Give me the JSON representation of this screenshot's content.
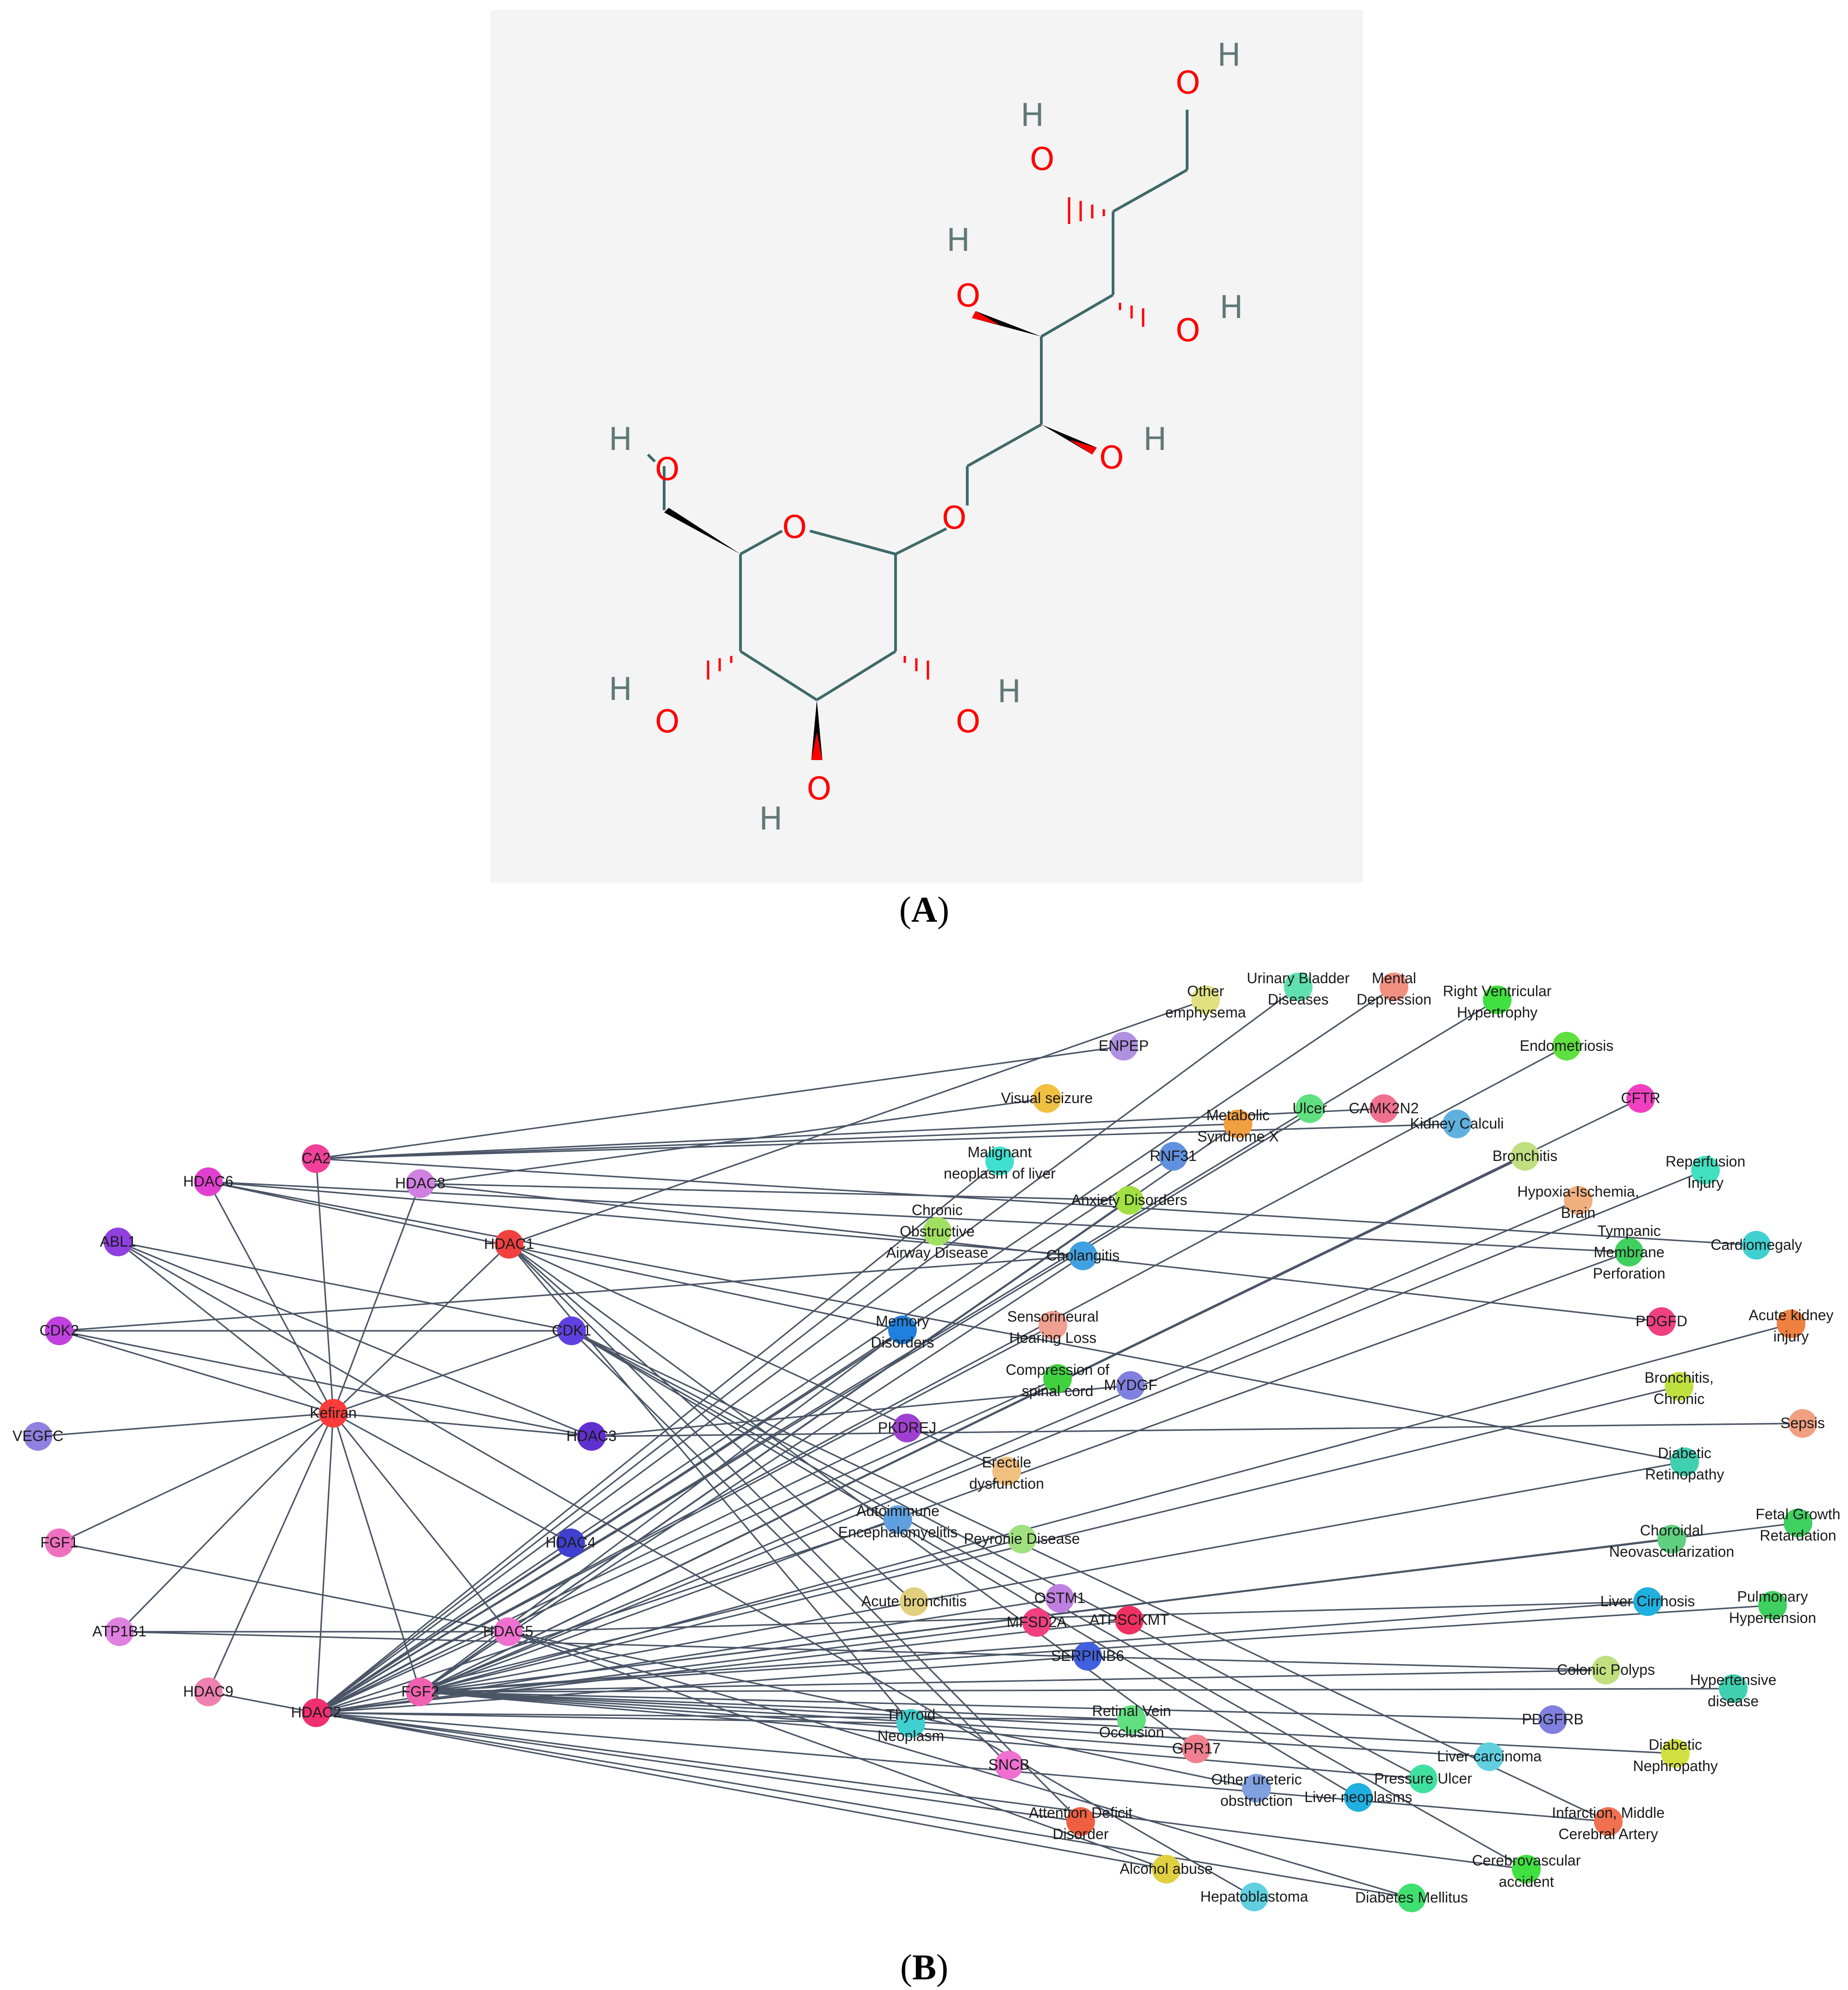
{
  "panel_a": {
    "caption": "A",
    "atoms": {
      "oxygen": "O",
      "hydrogen": "H"
    }
  },
  "panel_b": {
    "caption": "B",
    "nodes": [
      {
        "id": "Kefiran",
        "label": "Kefiran",
        "color": "#ff3b3b"
      },
      {
        "id": "HDAC6",
        "label": "HDAC6",
        "color": "#e040d0"
      },
      {
        "id": "CA2",
        "label": "CA2",
        "color": "#f0409a"
      },
      {
        "id": "HDAC8",
        "label": "HDAC8",
        "color": "#d080e0"
      },
      {
        "id": "ABL1",
        "label": "ABL1",
        "color": "#9040e0"
      },
      {
        "id": "HDAC1",
        "label": "HDAC1",
        "color": "#f04040"
      },
      {
        "id": "CDK2",
        "label": "CDK2",
        "color": "#c040e0"
      },
      {
        "id": "CDK1",
        "label": "CDK1",
        "color": "#6040e0"
      },
      {
        "id": "VEGFC",
        "label": "VEGFC",
        "color": "#9080e0"
      },
      {
        "id": "HDAC3",
        "label": "HDAC3",
        "color": "#6030d0"
      },
      {
        "id": "FGF1",
        "label": "FGF1",
        "color": "#f070c0"
      },
      {
        "id": "HDAC4",
        "label": "HDAC4",
        "color": "#4040d0"
      },
      {
        "id": "ATP1B1",
        "label": "ATP1B1",
        "color": "#e080e0"
      },
      {
        "id": "HDAC5",
        "label": "HDAC5",
        "color": "#f070d0"
      },
      {
        "id": "HDAC9",
        "label": "HDAC9",
        "color": "#f080b0"
      },
      {
        "id": "HDAC2",
        "label": "HDAC2",
        "color": "#f03070"
      },
      {
        "id": "FGF2",
        "label": "FGF2",
        "color": "#f060b0"
      },
      {
        "id": "ENPEP",
        "label": "ENPEP",
        "color": "#b090e0"
      },
      {
        "id": "VisualSeizure",
        "label": "Visual seizure",
        "color": "#f0c040"
      },
      {
        "id": "Other",
        "label": "Other emphysema",
        "lines": [
          "Other",
          "emphysema"
        ],
        "color": "#e0e080"
      },
      {
        "id": "UBD",
        "label": "Urinary Bladder Diseases",
        "lines": [
          "Urinary Bladder",
          "Diseases"
        ],
        "color": "#60e0b0"
      },
      {
        "id": "MentalDep",
        "label": "Mental Depression",
        "lines": [
          "Mental",
          "Depression"
        ],
        "color": "#f09080"
      },
      {
        "id": "RVH",
        "label": "Right Ventricular Hypertrophy",
        "lines": [
          "Right Ventricular",
          "Hypertrophy"
        ],
        "color": "#40e040"
      },
      {
        "id": "Endometriosis",
        "label": "Endometriosis",
        "color": "#60e040"
      },
      {
        "id": "MalignantLiver",
        "label": "Malignant neoplasm of liver",
        "lines": [
          "Malignant",
          "neoplasm of liver"
        ],
        "color": "#40e0d0"
      },
      {
        "id": "MetSyn",
        "label": "Metabolic Syndrome X",
        "lines": [
          "Metabolic",
          "Syndrome X"
        ],
        "color": "#f0a040"
      },
      {
        "id": "Ulcer",
        "label": "Ulcer",
        "color": "#60e080"
      },
      {
        "id": "CAMK2N2",
        "label": "CAMK2N2",
        "color": "#f07090"
      },
      {
        "id": "KidneyCalculi",
        "label": "Kidney Calculi",
        "color": "#60b0e0"
      },
      {
        "id": "CFTR",
        "label": "CFTR",
        "color": "#f040c0"
      },
      {
        "id": "RNF31",
        "label": "RNF31",
        "color": "#6090e0"
      },
      {
        "id": "Bronchitis",
        "label": "Bronchitis",
        "color": "#c0e080"
      },
      {
        "id": "Reperfusion",
        "label": "Reperfusion Injury",
        "lines": [
          "Reperfusion",
          "Injury"
        ],
        "color": "#40e0c0"
      },
      {
        "id": "COPD",
        "label": "Chronic Obstructive Airway Disease",
        "lines": [
          "Chronic",
          "Obstructive",
          "Airway Disease"
        ],
        "color": "#a0e060"
      },
      {
        "id": "Anxiety",
        "label": "Anxiety Disorders",
        "color": "#a0e040"
      },
      {
        "id": "Hypoxia",
        "label": "Hypoxia-Ischemia, Brain",
        "lines": [
          "Hypoxia-Ischemia,",
          "Brain"
        ],
        "color": "#f0b080"
      },
      {
        "id": "Cardiomegaly",
        "label": "Cardiomegaly",
        "color": "#40d0d0"
      },
      {
        "id": "Tympanic",
        "label": "Tympanic Membrane Perforation",
        "lines": [
          "Tympanic",
          "Membrane",
          "Perforation"
        ],
        "color": "#40d060"
      },
      {
        "id": "Cholangitis",
        "label": "Cholangitis",
        "color": "#40a0e0"
      },
      {
        "id": "Memory",
        "label": "Memory Disorders",
        "lines": [
          "Memory",
          "Disorders"
        ],
        "color": "#2080e0"
      },
      {
        "id": "Sensorineural",
        "label": "Sensorineural Hearing Loss",
        "lines": [
          "Sensorineural",
          "Hearing Loss"
        ],
        "color": "#f0a090"
      },
      {
        "id": "PDGFD",
        "label": "PDGFD",
        "color": "#f04080"
      },
      {
        "id": "AKI",
        "label": "Acute kidney injury",
        "lines": [
          "Acute kidney",
          "injury"
        ],
        "color": "#f08040"
      },
      {
        "id": "Compression",
        "label": "Compression of spinal cord",
        "lines": [
          "Compression of",
          "spinal cord"
        ],
        "color": "#40d040"
      },
      {
        "id": "MYDGF",
        "label": "MYDGF",
        "color": "#8080e0"
      },
      {
        "id": "BronchitisChronic",
        "label": "Bronchitis, Chronic",
        "lines": [
          "Bronchitis,",
          "Chronic"
        ],
        "color": "#c0e040"
      },
      {
        "id": "Sepsis",
        "label": "Sepsis",
        "color": "#f0a080"
      },
      {
        "id": "PKDREJ",
        "label": "PKDREJ",
        "color": "#a040d0"
      },
      {
        "id": "Erectile",
        "label": "Erectile dysfunction",
        "lines": [
          "Erectile",
          "dysfunction"
        ],
        "color": "#f0c080"
      },
      {
        "id": "DiabRet",
        "label": "Diabetic Retinopathy",
        "lines": [
          "Diabetic",
          "Retinopathy"
        ],
        "color": "#40d0b0"
      },
      {
        "id": "Autoimmune",
        "label": "Autoimmune Encephalomyelitis",
        "lines": [
          "Autoimmune",
          "Encephalomyelitis"
        ],
        "color": "#60a0e0"
      },
      {
        "id": "Peyronie",
        "label": "Peyronie Disease",
        "color": "#a0e080"
      },
      {
        "id": "FetalGrowth",
        "label": "Fetal Growth Retardation",
        "lines": [
          "Fetal Growth",
          "Retardation"
        ],
        "color": "#40d060"
      },
      {
        "id": "Choroidal",
        "label": "Choroidal Neovascularization",
        "lines": [
          "Choroidal",
          "Neovascularization"
        ],
        "color": "#60d080"
      },
      {
        "id": "AcuteBronchitis",
        "label": "Acute bronchitis",
        "color": "#e0d080"
      },
      {
        "id": "OSTM1",
        "label": "OSTM1",
        "color": "#c080e0"
      },
      {
        "id": "MFSD2A",
        "label": "MFSD2A",
        "color": "#f04080"
      },
      {
        "id": "ATPSCKMT",
        "label": "ATPSCKMT",
        "color": "#f03060"
      },
      {
        "id": "SERPINB6",
        "label": "SERPINB6",
        "color": "#4060e0"
      },
      {
        "id": "LiverCirrhosis",
        "label": "Liver Cirrhosis",
        "color": "#20b0e0"
      },
      {
        "id": "PulmHyp",
        "label": "Pulmonary Hypertension",
        "lines": [
          "Pulmonary",
          "Hypertension"
        ],
        "color": "#40d060"
      },
      {
        "id": "ColonicPolyps",
        "label": "Colonic Polyps",
        "color": "#c0e080"
      },
      {
        "id": "HypertDisease",
        "label": "Hypertensive disease",
        "lines": [
          "Hypertensive",
          "disease"
        ],
        "color": "#40d0b0"
      },
      {
        "id": "Thyroid",
        "label": "Thyroid Neoplasm",
        "lines": [
          "Thyroid",
          "Neoplasm"
        ],
        "color": "#40d0d0"
      },
      {
        "id": "RetinalVein",
        "label": "Retinal Vein Occlusion",
        "lines": [
          "Retinal Vein",
          "Occlusion"
        ],
        "color": "#60e080"
      },
      {
        "id": "PDGFRB",
        "label": "PDGFRB",
        "color": "#8080e0"
      },
      {
        "id": "GPR17",
        "label": "GPR17",
        "color": "#f08090"
      },
      {
        "id": "DiabNeph",
        "label": "Diabetic Nephropathy",
        "lines": [
          "Diabetic",
          "Nephropathy"
        ],
        "color": "#d0e040"
      },
      {
        "id": "SNCB",
        "label": "SNCB",
        "color": "#f070d0"
      },
      {
        "id": "LiverCarcinoma",
        "label": "Liver carcinoma",
        "color": "#60d0e0"
      },
      {
        "id": "OtherUreteric",
        "label": "Other ureteric obstruction",
        "lines": [
          "Other ureteric",
          "obstruction"
        ],
        "color": "#80a0e0"
      },
      {
        "id": "Pressure",
        "label": "Pressure Ulcer",
        "color": "#40e0a0"
      },
      {
        "id": "LiverNeo",
        "label": "Liver neoplasms",
        "color": "#20b0e0"
      },
      {
        "id": "ADD",
        "label": "Attention Deficit Disorder",
        "lines": [
          "Attention Deficit",
          "Disorder"
        ],
        "color": "#f06040"
      },
      {
        "id": "Infarction",
        "label": "Infarction, Middle Cerebral Artery",
        "lines": [
          "Infarction, Middle",
          "Cerebral Artery"
        ],
        "color": "#f07050"
      },
      {
        "id": "Cerebro",
        "label": "Cerebrovascular accident",
        "lines": [
          "Cerebrovascular",
          "accident"
        ],
        "color": "#40e040"
      },
      {
        "id": "Alcohol",
        "label": "Alcohol abuse",
        "color": "#e0d040"
      },
      {
        "id": "Hepatoblastoma",
        "label": "Hepatoblastoma",
        "color": "#60d0e0"
      },
      {
        "id": "DiabMell",
        "label": "Diabetes Mellitus",
        "color": "#40e070"
      }
    ],
    "edges": [
      [
        "Kefiran",
        "HDAC6"
      ],
      [
        "Kefiran",
        "CA2"
      ],
      [
        "Kefiran",
        "HDAC8"
      ],
      [
        "Kefiran",
        "ABL1"
      ],
      [
        "Kefiran",
        "HDAC1"
      ],
      [
        "Kefiran",
        "CDK2"
      ],
      [
        "Kefiran",
        "CDK1"
      ],
      [
        "Kefiran",
        "VEGFC"
      ],
      [
        "Kefiran",
        "HDAC3"
      ],
      [
        "Kefiran",
        "FGF1"
      ],
      [
        "Kefiran",
        "HDAC4"
      ],
      [
        "Kefiran",
        "ATP1B1"
      ],
      [
        "Kefiran",
        "HDAC5"
      ],
      [
        "Kefiran",
        "HDAC9"
      ],
      [
        "Kefiran",
        "HDAC2"
      ],
      [
        "Kefiran",
        "FGF2"
      ],
      [
        "CA2",
        "ENPEP"
      ],
      [
        "CA2",
        "CAMK2N2"
      ],
      [
        "CA2",
        "KidneyCalculi"
      ],
      [
        "CA2",
        "MetSyn"
      ],
      [
        "CA2",
        "Cardiomegaly"
      ],
      [
        "HDAC6",
        "Cholangitis"
      ],
      [
        "HDAC6",
        "Memory"
      ],
      [
        "HDAC6",
        "Tympanic"
      ],
      [
        "HDAC6",
        "DiabRet"
      ],
      [
        "HDAC8",
        "VisualSeizure"
      ],
      [
        "HDAC8",
        "Anxiety"
      ],
      [
        "HDAC8",
        "PDGFD"
      ],
      [
        "HDAC1",
        "Other"
      ],
      [
        "HDAC1",
        "Erectile"
      ],
      [
        "HDAC1",
        "AcuteBronchitis"
      ],
      [
        "HDAC1",
        "Thyroid"
      ],
      [
        "HDAC1",
        "GPR17"
      ],
      [
        "HDAC1",
        "ADD"
      ],
      [
        "ABL1",
        "CDK1"
      ],
      [
        "ABL1",
        "HDAC3"
      ],
      [
        "ABL1",
        "Hepatoblastoma"
      ],
      [
        "CDK2",
        "CDK1"
      ],
      [
        "CDK2",
        "Cholangitis"
      ],
      [
        "CDK2",
        "HDAC3"
      ],
      [
        "CDK1",
        "Pressure"
      ],
      [
        "CDK1",
        "LiverNeo"
      ],
      [
        "CDK1",
        "Infarction"
      ],
      [
        "CDK1",
        "SNCB"
      ],
      [
        "CDK1",
        "Cerebro"
      ],
      [
        "HDAC3",
        "Sepsis"
      ],
      [
        "HDAC3",
        "MYDGF"
      ],
      [
        "FGF1",
        "HDAC5"
      ],
      [
        "ATP1B1",
        "HDAC5"
      ],
      [
        "ATP1B1",
        "ColonicPolyps"
      ],
      [
        "HDAC9",
        "HDAC2"
      ],
      [
        "HDAC5",
        "LiverCirrhosis"
      ],
      [
        "HDAC5",
        "OtherUreteric"
      ],
      [
        "HDAC5",
        "DiabMell"
      ],
      [
        "HDAC5",
        "Alcohol"
      ],
      [
        "HDAC2",
        "UBD"
      ],
      [
        "HDAC2",
        "MentalDep"
      ],
      [
        "HDAC2",
        "RVH"
      ],
      [
        "HDAC2",
        "Endometriosis"
      ],
      [
        "HDAC2",
        "MalignantLiver"
      ],
      [
        "HDAC2",
        "Ulcer"
      ],
      [
        "HDAC2",
        "RNF31"
      ],
      [
        "HDAC2",
        "COPD"
      ],
      [
        "HDAC2",
        "Memory"
      ],
      [
        "HDAC2",
        "Sensorineural"
      ],
      [
        "HDAC2",
        "Compression"
      ],
      [
        "HDAC2",
        "PKDREJ"
      ],
      [
        "HDAC2",
        "Autoimmune"
      ],
      [
        "HDAC2",
        "Peyronie"
      ],
      [
        "HDAC2",
        "OSTM1"
      ],
      [
        "HDAC2",
        "MFSD2A"
      ],
      [
        "HDAC2",
        "ATPSCKMT"
      ],
      [
        "HDAC2",
        "SERPINB6"
      ],
      [
        "HDAC2",
        "Thyroid"
      ],
      [
        "HDAC2",
        "RetinalVein"
      ],
      [
        "HDAC2",
        "ADD"
      ],
      [
        "HDAC2",
        "Alcohol"
      ],
      [
        "HDAC2",
        "DiabMell"
      ],
      [
        "HDAC2",
        "Cerebro"
      ],
      [
        "HDAC2",
        "Infarction"
      ],
      [
        "FGF2",
        "CFTR"
      ],
      [
        "FGF2",
        "Bronchitis"
      ],
      [
        "FGF2",
        "Reperfusion"
      ],
      [
        "FGF2",
        "Hypoxia"
      ],
      [
        "FGF2",
        "AKI"
      ],
      [
        "FGF2",
        "BronchitisChronic"
      ],
      [
        "FGF2",
        "FetalGrowth"
      ],
      [
        "FGF2",
        "Choroidal"
      ],
      [
        "FGF2",
        "PulmHyp"
      ],
      [
        "FGF2",
        "HypertDisease"
      ],
      [
        "FGF2",
        "PDGFRB"
      ],
      [
        "FGF2",
        "DiabNeph"
      ],
      [
        "FGF2",
        "LiverCarcinoma"
      ],
      [
        "FGF2",
        "Pressure"
      ],
      [
        "FGF2",
        "GPR17"
      ],
      [
        "FGF2",
        "RetinalVein"
      ],
      [
        "FGF2",
        "Memory"
      ],
      [
        "FGF2",
        "Cholangitis"
      ],
      [
        "FGF2",
        "Anxiety"
      ],
      [
        "FGF2",
        "MetSyn"
      ],
      [
        "FGF2",
        "Tympanic"
      ],
      [
        "FGF2",
        "DiabRet"
      ],
      [
        "FGF2",
        "ColonicPolyps"
      ],
      [
        "FGF2",
        "LiverCirrhosis"
      ]
    ]
  }
}
